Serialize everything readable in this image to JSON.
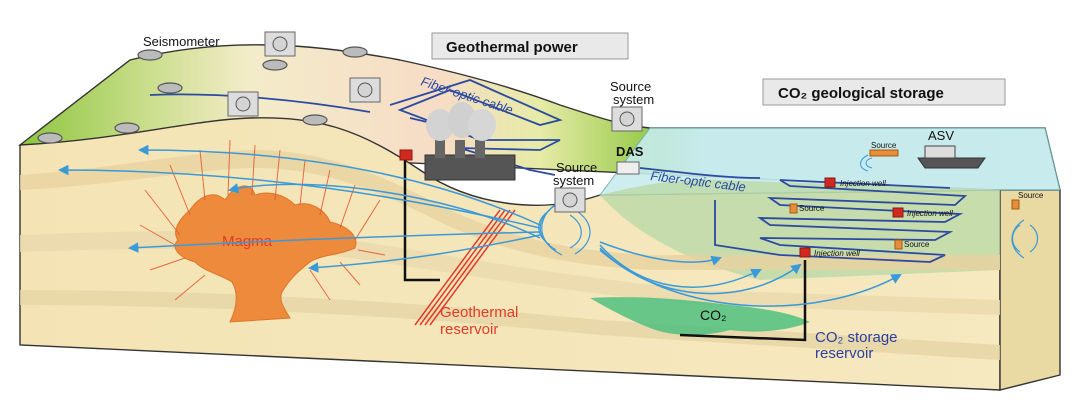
{
  "titles": {
    "geothermal": "Geothermal power",
    "co2_storage": "CO₂ geological storage"
  },
  "labels": {
    "seismometer": "Seismometer",
    "fiber_optic_1": "Fiber-optic cable",
    "fiber_optic_2": "Fiber-optic cable",
    "source_system_top_l1": "Source",
    "source_system_top_l2": "system",
    "source_system_mid_l1": "Source",
    "source_system_mid_l2": "system",
    "das": "DAS",
    "asv": "ASV",
    "magma": "Magma",
    "geothermal_reservoir_l1": "Geothermal",
    "geothermal_reservoir_l2": "reservoir",
    "co2": "CO₂",
    "co2_reservoir_l1": "CO₂ storage",
    "co2_reservoir_l2": "reservoir",
    "ship_source": "Source",
    "injection_well_1": "Injection well",
    "injection_well_2": "Injection well",
    "injection_well_3": "Injection well",
    "offshore_source_1": "Source",
    "offshore_source_2": "Source",
    "offshore_source_3": "Source"
  },
  "colors": {
    "magma": "#ee8a3c",
    "ray": "#3a9ad9",
    "cable": "#2b4aa0",
    "seabed": "#bcd9a8",
    "water": "#c8ecee",
    "grass": "#8dc63f",
    "geothermal_text": "#e23b2a",
    "reservoir_text": "#2b3f9e"
  }
}
